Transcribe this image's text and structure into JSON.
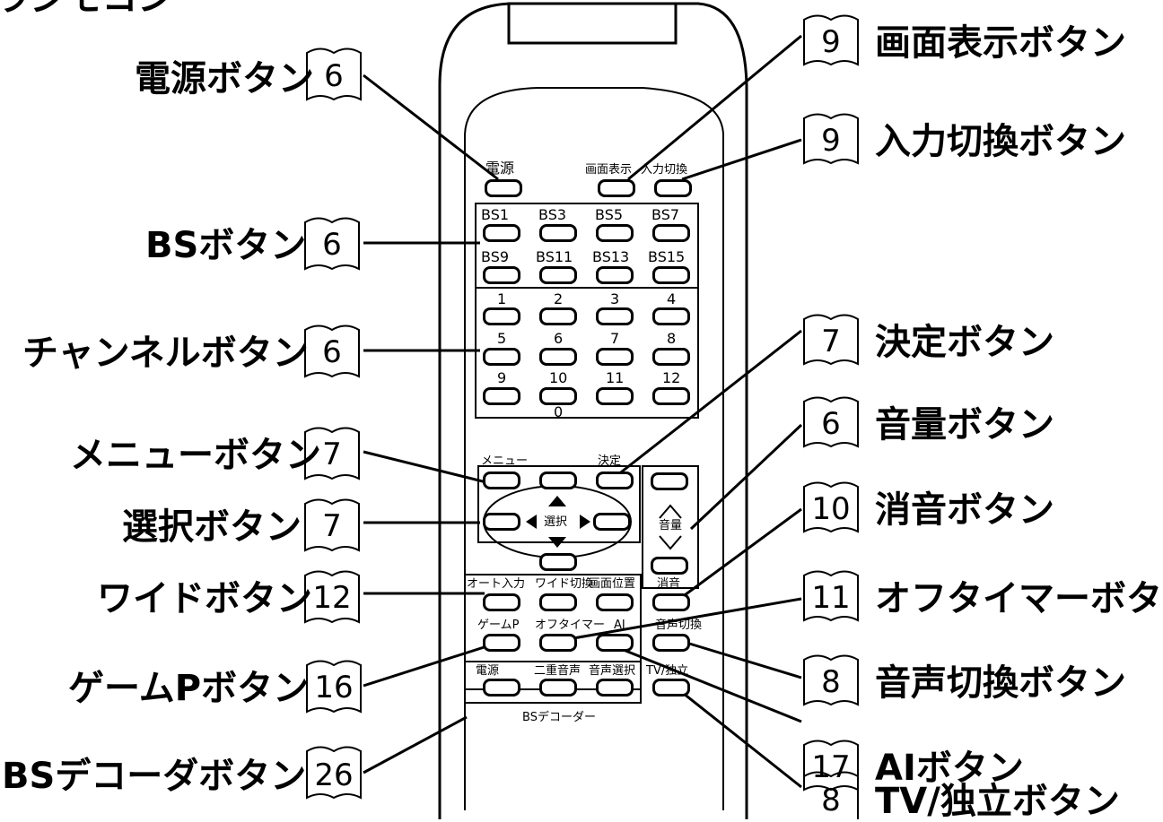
{
  "header_fragment": "ラジモコン",
  "callouts_left": [
    {
      "label": "電源ボタン",
      "page": "6"
    },
    {
      "label": "BSボタン",
      "page": "6"
    },
    {
      "label": "チャンネルボタン",
      "page": "6"
    },
    {
      "label": "メニューボタン",
      "page": "7"
    },
    {
      "label": "選択ボタン",
      "page": "7"
    },
    {
      "label": "ワイドボタン",
      "page": "12"
    },
    {
      "label": "ゲームPボタン",
      "page": "16"
    },
    {
      "label": "BSデコーダボタン",
      "page": "26"
    }
  ],
  "callouts_right": [
    {
      "label": "画面表示ボタン",
      "page": "9"
    },
    {
      "label": "入力切換ボタン",
      "page": "9"
    },
    {
      "label": "決定ボタン",
      "page": "7"
    },
    {
      "label": "音量ボタン",
      "page": "6"
    },
    {
      "label": "消音ボタン",
      "page": "10"
    },
    {
      "label": "オフタイマーボタン",
      "page": "11"
    },
    {
      "label": "音声切換ボタン",
      "page": "8"
    },
    {
      "label": "AIボタン",
      "page": "17"
    },
    {
      "label": "TV/独立ボタン",
      "page": "8"
    }
  ],
  "remote": {
    "power": "電源",
    "display": "画面表示",
    "input": "入力切換",
    "bs_row1": [
      "BS1",
      "BS3",
      "BS5",
      "BS7"
    ],
    "bs_row2": [
      "BS9",
      "BS11",
      "BS13",
      "BS15"
    ],
    "ch_row1": [
      "1",
      "2",
      "3",
      "4"
    ],
    "ch_row2": [
      "5",
      "6",
      "7",
      "8"
    ],
    "ch_row3": [
      "9",
      "10",
      "11",
      "12"
    ],
    "ch_zero": "0",
    "menu": "メニュー",
    "enter": "決定",
    "select": "選択",
    "volume": "音量",
    "auto_input": "オート入力",
    "wide": "ワイド切換",
    "screen_pos": "画面位置",
    "mute": "消音",
    "game_p": "ゲームP",
    "off_timer": "オフタイマー",
    "ai": "AI",
    "audio_switch": "音声切換",
    "dec_power": "電源",
    "dual_audio": "二重音声",
    "audio_select": "音声選択",
    "tv_independent": "TV/独立",
    "bs_decoder": "BSデコーダー"
  }
}
